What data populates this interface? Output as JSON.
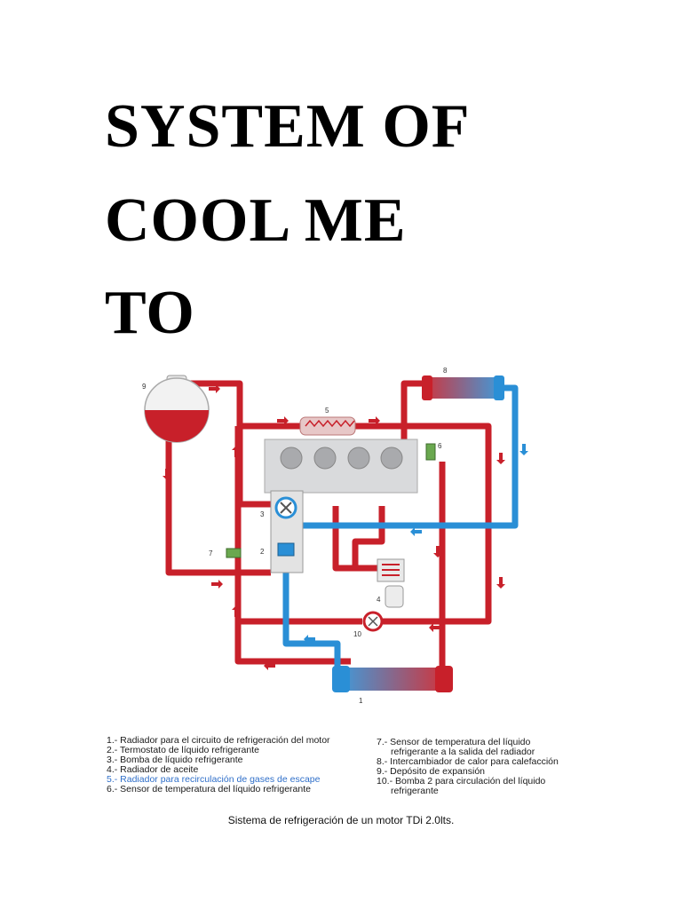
{
  "title": {
    "line1": "SYSTEM OF",
    "line2": "COOL ME",
    "line3": "TO"
  },
  "diagram": {
    "labels": [
      "1",
      "2",
      "3",
      "4",
      "5",
      "6",
      "7",
      "8",
      "9",
      "10"
    ],
    "colors": {
      "hot": "#c8202a",
      "cold": "#2a8fd6",
      "engine": "#d9dadc"
    }
  },
  "legend": {
    "left": [
      "1.- Radiador para el circuito de refrigeración del motor",
      "2.- Termostato de líquido refrigerante",
      "3.- Bomba de líquido refrigerante",
      "4.- Radiador de aceite",
      "5.- Radiador para recirculación de gases de escape",
      "6.- Sensor de temperatura del líquido refrigerante"
    ],
    "right": [
      "7.- Sensor de temperatura del líquido",
      "refrigerante a la salida del radiador",
      "8.- Intercambiador de calor para calefacción",
      "9.- Depósito de expansión",
      "10.- Bomba 2 para circulación del líquido",
      "refrigerante"
    ]
  },
  "caption": "Sistema de refrigeración de un motor TDi 2.0lts."
}
